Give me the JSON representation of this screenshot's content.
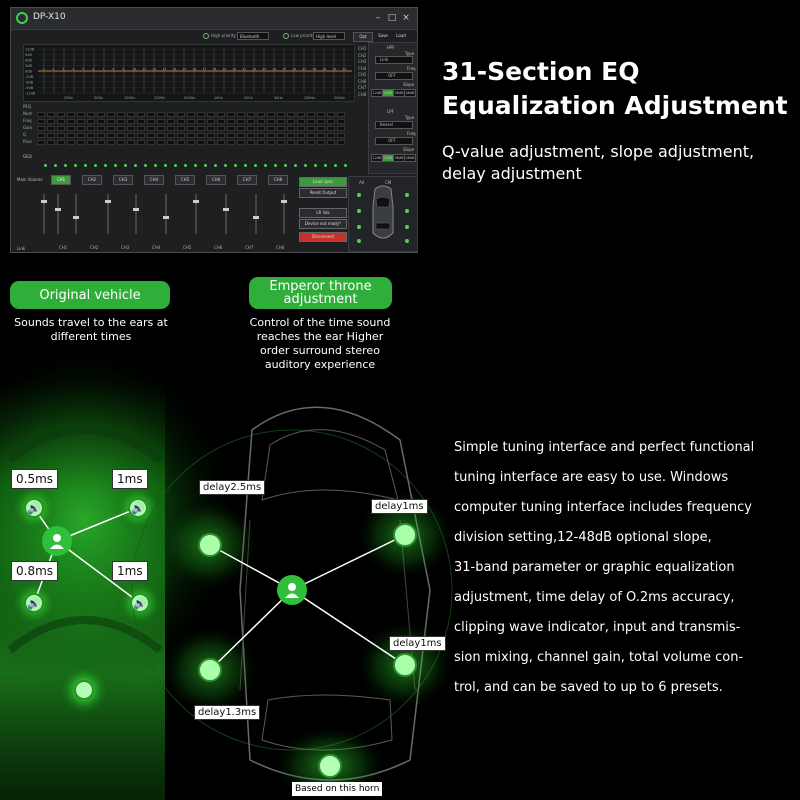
{
  "software": {
    "title": "DP-X10",
    "high_priority_label": "High priority",
    "high_priority_value": "Bluetooth",
    "low_priority_label": "Low priority",
    "low_priority_value": "High level",
    "opt_label": "Opt",
    "save_label": "Save",
    "load_label": "Load",
    "db_ticks": [
      "12dB",
      "9dB",
      "6dB",
      "3dB",
      "0dB",
      "-3dB",
      "-6dB",
      "-9dB",
      "-12dB"
    ],
    "freq_ticks": [
      "20Hz",
      "50Hz",
      "100Hz",
      "200Hz",
      "500Hz",
      "1kHz",
      "2kHz",
      "5kHz",
      "10kHz",
      "20kHz"
    ],
    "band_numbers": [
      "1",
      "2",
      "3",
      "4",
      "5",
      "6",
      "7",
      "8",
      "9",
      "10",
      "11",
      "12",
      "13",
      "14",
      "15",
      "16",
      "17",
      "18",
      "19",
      "20",
      "21",
      "22",
      "23",
      "24",
      "25",
      "26",
      "27",
      "28",
      "29",
      "30",
      "31"
    ],
    "hpf_label": "HPF",
    "lpf_label": "LPF",
    "channel_list": [
      "CH1",
      "CH2",
      "CH3",
      "CH4",
      "CH5",
      "CH6",
      "CH7",
      "CH8"
    ],
    "hpf": {
      "type_label": "Type",
      "type_value": "Link",
      "freq_label": "Freq",
      "freq_value": "OFF",
      "slope_label": "Slope",
      "slopes": [
        "12dB",
        "24dB",
        "36dB",
        "48dB"
      ]
    },
    "lpf": {
      "type_label": "Type",
      "type_value": "Bessel",
      "freq_label": "Freq",
      "freq_value": "OFF",
      "slope_label": "Slope",
      "slopes": [
        "12dB",
        "24dB",
        "36dB",
        "48dB"
      ]
    },
    "param_rows": [
      "PEQ",
      "Num",
      "Freq",
      "Gain",
      "Q",
      "Pass"
    ],
    "geq_label": "GEQ",
    "main_volume_label": "Main Volume",
    "channel_tabs": [
      "CH1",
      "CH2",
      "CH3",
      "CH4",
      "CH5",
      "CH6",
      "CH7",
      "CH8"
    ],
    "side_buttons": [
      "Load spec",
      "Reset Output",
      "LR link",
      "Device not ready*",
      "Disconnect"
    ],
    "bottom_channels": [
      "CH1",
      "CH2",
      "CH3",
      "CH4",
      "CH5",
      "CH6",
      "CH7",
      "CH8"
    ],
    "link_label": "Link",
    "car_panel": {
      "all_label": "All",
      "cm_label": "CM"
    }
  },
  "heading": {
    "line1": "31-Section EQ",
    "line2": "Equalization Adjustment",
    "sub1": "Q-value adjustment, slope adjustment,",
    "sub2": "delay adjustment"
  },
  "original": {
    "pill": "Original vehicle",
    "caption1": "Sounds travel to the ears at",
    "caption2": "different times",
    "labels": [
      "0.5ms",
      "1ms",
      "0.8ms",
      "1ms"
    ]
  },
  "emperor": {
    "pill1": "Emperor throne",
    "pill2": "adjustment",
    "caption1": "Control of the time sound",
    "caption2": "reaches the ear Higher",
    "caption3": "order surround stereo",
    "caption4": "auditory experience",
    "labels": [
      "delay2.5ms",
      "delay1ms",
      "delay1ms",
      "delay1.3ms"
    ],
    "horn_label": "Based on this horn"
  },
  "body": [
    "Simple tuning interface and perfect functional",
    "tuning interface are easy to use. Windows",
    "computer tuning interface includes frequency",
    "division setting,12-48dB optional slope,",
    "31-band parameter or graphic equalization",
    "adjustment, time delay of O.2ms accuracy,",
    "clipping wave indicator, input and transmis-",
    "sion mixing, channel gain, total volume con-",
    "trol, and can be saved to up to 6 presets."
  ],
  "colors": {
    "accent": "#2fae3a",
    "glow": "#3cff3c",
    "background": "#000000"
  }
}
